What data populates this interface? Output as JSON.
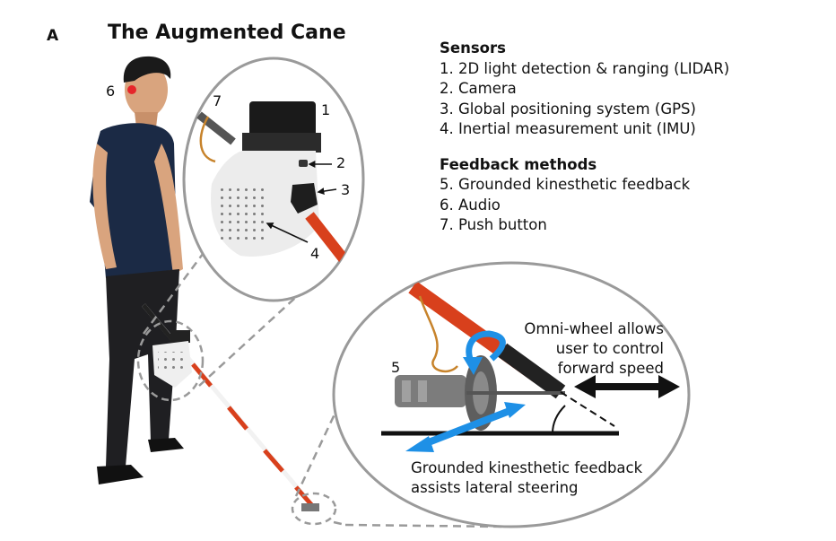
{
  "panel_label": "A",
  "title": "The Augmented Cane",
  "sensors": {
    "heading": "Sensors",
    "items": [
      "1. 2D light detection & ranging (LIDAR)",
      "2. Camera",
      "3. Global positioning system (GPS)",
      "4. Inertial measurement unit (IMU)"
    ]
  },
  "feedback": {
    "heading": "Feedback methods",
    "items": [
      "5. Grounded kinesthetic feedback",
      "6. Audio",
      "7. Push button"
    ]
  },
  "callouts": {
    "one": "1",
    "two": "2",
    "three": "3",
    "four": "4",
    "five": "5",
    "six": "6",
    "seven": "7"
  },
  "notes": {
    "omni_line1": "Omni-wheel allows",
    "omni_line2": "user to control",
    "omni_line3": "forward speed",
    "grounded_line1": "Grounded kinesthetic feedback",
    "grounded_line2": "assists lateral steering"
  },
  "colors": {
    "cane_red": "#d8401c",
    "arrow_blue": "#1e90e6",
    "shirt_navy": "#1b2a45",
    "circle_grey": "#9a9a9a"
  }
}
